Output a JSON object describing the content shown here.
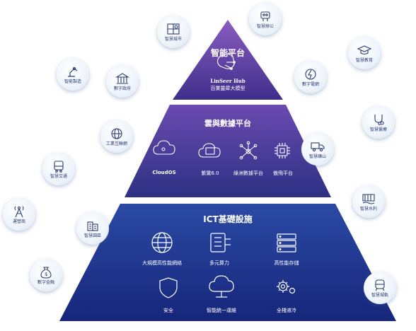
{
  "tiers": {
    "top": {
      "title": "智能平台",
      "line1": "LinSeer Hub",
      "line2": "百業靈犀大模型"
    },
    "middle": {
      "title": "雲與數據平台",
      "items": [
        "CloudOS",
        "紫鸞6.0",
        "綠洲數據平台",
        "傲飛平台"
      ]
    },
    "bottom": {
      "title": "ICT基礎設施",
      "items": [
        "大規模高性能網絡",
        "多元算力",
        "高性能存儲",
        "安全",
        "智能統一運維",
        "全棧液冷"
      ]
    }
  },
  "bubbles": {
    "smart_city": "智慧城市",
    "smart_office": "智慧辦公",
    "smart_manufacturing": "智能製造",
    "digital_government": "數字政府",
    "smart_education": "智慧教育",
    "digital_grid": "數字電網",
    "industrial_internet": "工業互聯網",
    "smart_healthcare": "智慧醫療",
    "smart_transport": "智慧交通",
    "smart_mining": "智慧礦山",
    "operator": "運營商",
    "smart_water": "智慧水利",
    "smart_park": "智慧園區",
    "digital_finance": "數字金融",
    "smart_railway": "智慧城軌"
  }
}
